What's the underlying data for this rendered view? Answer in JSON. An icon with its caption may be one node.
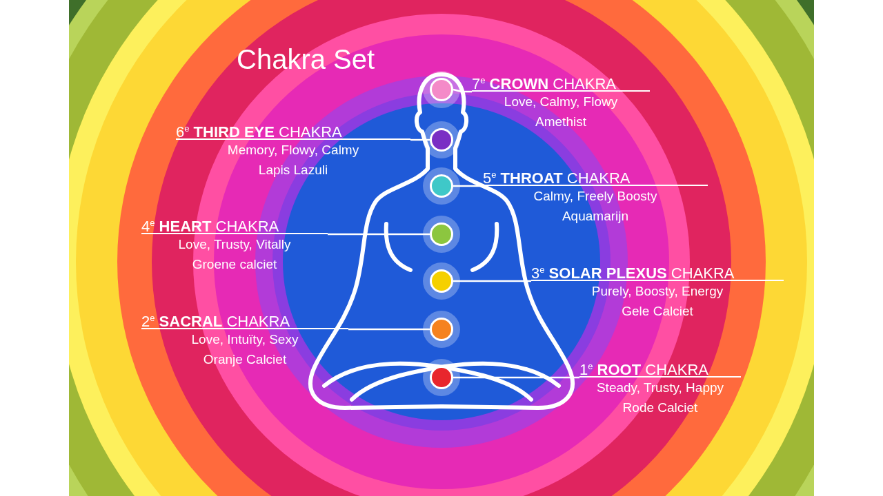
{
  "diagram": {
    "title": "Chakra Set",
    "nodes": [
      {
        "text": [
          "7$^{e}$ **CROWN** CHAKRA",
          "Love, Calmy, Flowy",
          "Amethist"
        ]
      },
      {
        "text": [
          "6$^{e}$ **THIRD EYE** CHAKRA",
          "Memory, Flowy, Calmy",
          "Lapis Lazuli"
        ]
      },
      {
        "text": [
          "5$^{e}$ **THROAT** CHAKRA",
          "Calmy, Freely Boosty",
          "Aquamarijn"
        ]
      },
      {
        "text": [
          "4$^{e}$ **HEART** CHAKRA",
          "Love, Trusty, Vitally",
          "Groene calciet"
        ]
      },
      {
        "text": [
          "3$^{e}$ **SOLAR PLEXUS** CHAKRA",
          "Purely, Boosty, Energy",
          "Gele Calciet"
        ]
      },
      {
        "text": [
          "2$^{e}$ **SACRAL** CHAKRA",
          "Love, Intuïty, Sexy",
          "Oranje Calciet"
        ]
      },
      {
        "text": [
          "1$^{e}$ **ROOT** CHAKRA",
          "Steady, Trusty, Happy",
          "Rode Calciet"
        ]
      },
      {
        "text": [],
        "shape": "circle"
      },
      {
        "text": [],
        "shape": "circle"
      },
      {
        "text": [],
        "shape": "circle"
      },
      {
        "text": [],
        "shape": "circle"
      },
      {
        "text": [],
        "shape": "circle"
      },
      {
        "text": [],
        "shape": "circle"
      },
      {
        "text": [],
        "shape": "circle"
      }
    ],
    "edges": [
      {
        "from": 0,
        "to": 7,
        "arrow": "none"
      },
      {
        "from": 1,
        "to": 8,
        "arrow": "none"
      },
      {
        "from": 2,
        "to": 9,
        "arrow": "none"
      },
      {
        "from": 3,
        "to": 10,
        "arrow": "none"
      },
      {
        "from": 4,
        "to": 11,
        "arrow": "none"
      },
      {
        "from": 5,
        "to": 12,
        "arrow": "none"
      },
      {
        "from": 6,
        "to": 13,
        "arrow": "none"
      }
    ]
  }
}
